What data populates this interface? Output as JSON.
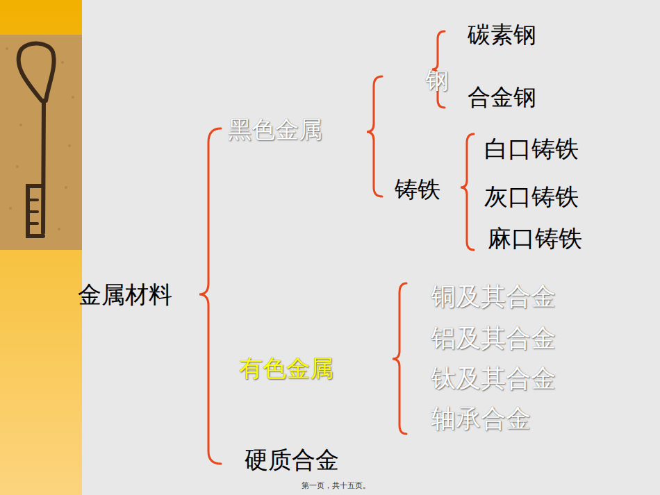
{
  "diagram": {
    "labels": [
      "金属材料",
      "黑色金属",
      "钢",
      "碳素钢",
      "合金钢",
      "铸铁",
      "白口铸铁",
      "灰口铸铁",
      "麻口铸铁",
      "有色金属",
      "铜及其合金",
      "铝及其合金",
      "钛及其合金",
      "轴承合金",
      "硬质合金",
      "第一页，共十五页。"
    ]
  }
}
